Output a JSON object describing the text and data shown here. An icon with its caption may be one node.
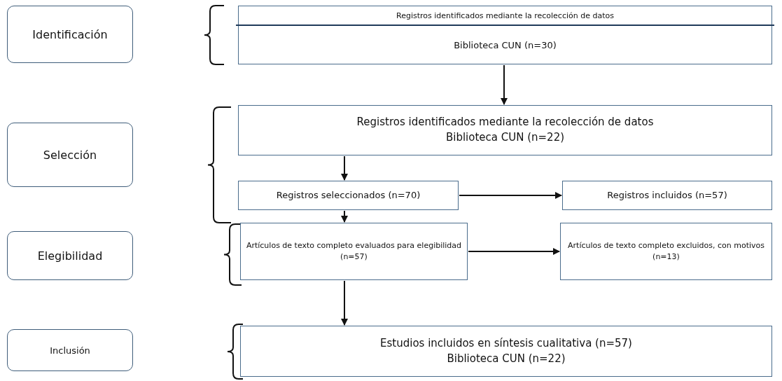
{
  "diagram": {
    "nodes": [
      {
        "text": [
          "Identificación"
        ]
      },
      {
        "text": [
          "Registros identificados mediante la recolección de datos",
          "Biblioteca CUN (n=30)"
        ]
      },
      {
        "text": [
          "Selección"
        ]
      },
      {
        "text": [
          "Registros identificados mediante la recolección de datos",
          "Biblioteca CUN (n=22)"
        ]
      },
      {
        "text": [
          "Registros seleccionados (n=70)"
        ]
      },
      {
        "text": [
          "Registros incluidos (n=57)"
        ]
      },
      {
        "text": [
          "Elegibilidad"
        ]
      },
      {
        "text": [
          "Artículos de texto completo evaluados para elegibilidad (n=57)"
        ]
      },
      {
        "text": [
          "Artículos de texto completo excluidos, con motivos (n=13)"
        ]
      },
      {
        "text": [
          "Inclusión"
        ]
      },
      {
        "text": [
          "Estudios incluidos en síntesis cualitativa (n=57)",
          "Biblioteca CUN (n=22)"
        ]
      }
    ],
    "edges": [
      {
        "from": 1,
        "to": 3,
        "arrow": "to"
      },
      {
        "from": 3,
        "to": 4,
        "arrow": "to"
      },
      {
        "from": 4,
        "to": 5,
        "arrow": "to"
      },
      {
        "from": 4,
        "to": 7,
        "arrow": "to"
      },
      {
        "from": 7,
        "to": 8,
        "arrow": "to"
      },
      {
        "from": 7,
        "to": 10,
        "arrow": "to"
      }
    ]
  }
}
